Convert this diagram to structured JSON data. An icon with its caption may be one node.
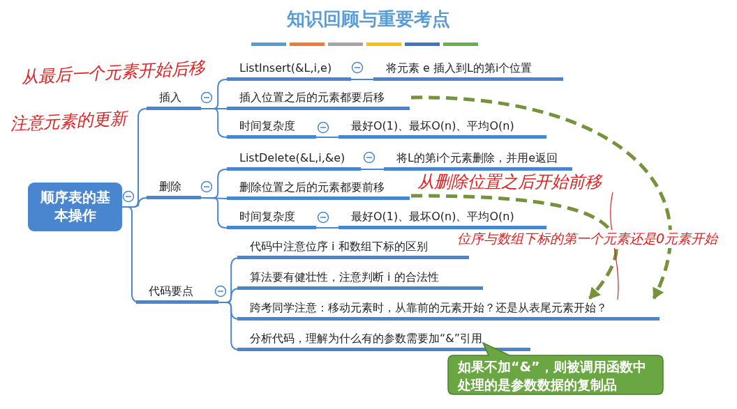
{
  "diagram": {
    "title": "知识回顾与重要考点",
    "nodes": [
      {
        "text": [
          "顺序表的基本操作"
        ]
      },
      {
        "text": [
          "插入"
        ]
      },
      {
        "text": [
          "ListInsert(&L,i,e)"
        ]
      },
      {
        "text": [
          "将元素 e 插入到L的第i个位置"
        ]
      },
      {
        "text": [
          "插入位置之后的元素都要后移"
        ]
      },
      {
        "text": [
          "时间复杂度"
        ]
      },
      {
        "text": [
          "最好O(1)、最坏O(n)、平均O(n)"
        ]
      },
      {
        "text": [
          "删除"
        ]
      },
      {
        "text": [
          "ListDelete(&L,i,&e)"
        ]
      },
      {
        "text": [
          "将L的第i个元素删除，并用e返回"
        ]
      },
      {
        "text": [
          "删除位置之后的元素都要前移"
        ]
      },
      {
        "text": [
          "时间复杂度"
        ]
      },
      {
        "text": [
          "最好O(1)、最坏O(n)、平均O(n)"
        ]
      },
      {
        "text": [
          "代码要点"
        ]
      },
      {
        "text": [
          "代码中注意位序 i 和数组下标的区别"
        ]
      },
      {
        "text": [
          "算法要有健壮性，注意判断 i 的合法性"
        ]
      },
      {
        "text": [
          "跨考同学注意：移动元素时，从靠前的元素开始？还是从表尾元素开始？"
        ]
      },
      {
        "text": [
          "分析代码，理解为什么有的参数需要加“&”引用"
        ]
      },
      {
        "text": [
          "如果不加“&”，则被调用函数中处理的是参数数据的复制品"
        ]
      },
      {
        "text": [
          "从删除位置之后开始前移"
        ]
      }
    ],
    "edges": [
      {
        "from": 0,
        "to": 1,
        "arrow": "none"
      },
      {
        "from": 0,
        "to": 7,
        "arrow": "none"
      },
      {
        "from": 0,
        "to": 13,
        "arrow": "none"
      },
      {
        "from": 1,
        "to": 2,
        "arrow": "none"
      },
      {
        "from": 1,
        "to": 4,
        "arrow": "none"
      },
      {
        "from": 1,
        "to": 5,
        "arrow": "none"
      },
      {
        "from": 2,
        "to": 3,
        "arrow": "none"
      },
      {
        "from": 5,
        "to": 6,
        "arrow": "none"
      },
      {
        "from": 7,
        "to": 8,
        "arrow": "none"
      },
      {
        "from": 7,
        "to": 10,
        "arrow": "none"
      },
      {
        "from": 7,
        "to": 11,
        "arrow": "none"
      },
      {
        "from": 8,
        "to": 9,
        "arrow": "none"
      },
      {
        "from": 11,
        "to": 12,
        "arrow": "none"
      },
      {
        "from": 13,
        "to": 14,
        "arrow": "none"
      },
      {
        "from": 13,
        "to": 15,
        "arrow": "none"
      },
      {
        "from": 13,
        "to": 16,
        "arrow": "none"
      },
      {
        "from": 13,
        "to": 17,
        "arrow": "none"
      },
      {
        "from": 4,
        "to": 16,
        "arrow": "to",
        "style": "dashed",
        "color": "#76923c"
      },
      {
        "from": 10,
        "to": 16,
        "arrow": "to",
        "style": "dashed",
        "color": "#76923c"
      },
      {
        "from": 19,
        "to": 16,
        "arrow": "none",
        "color": "#e02020"
      }
    ],
    "labels": [
      "从最后一个元素开始后移",
      "注意元素的更新",
      "位序与数组下标的第一个元素还是0元素开始"
    ]
  }
}
